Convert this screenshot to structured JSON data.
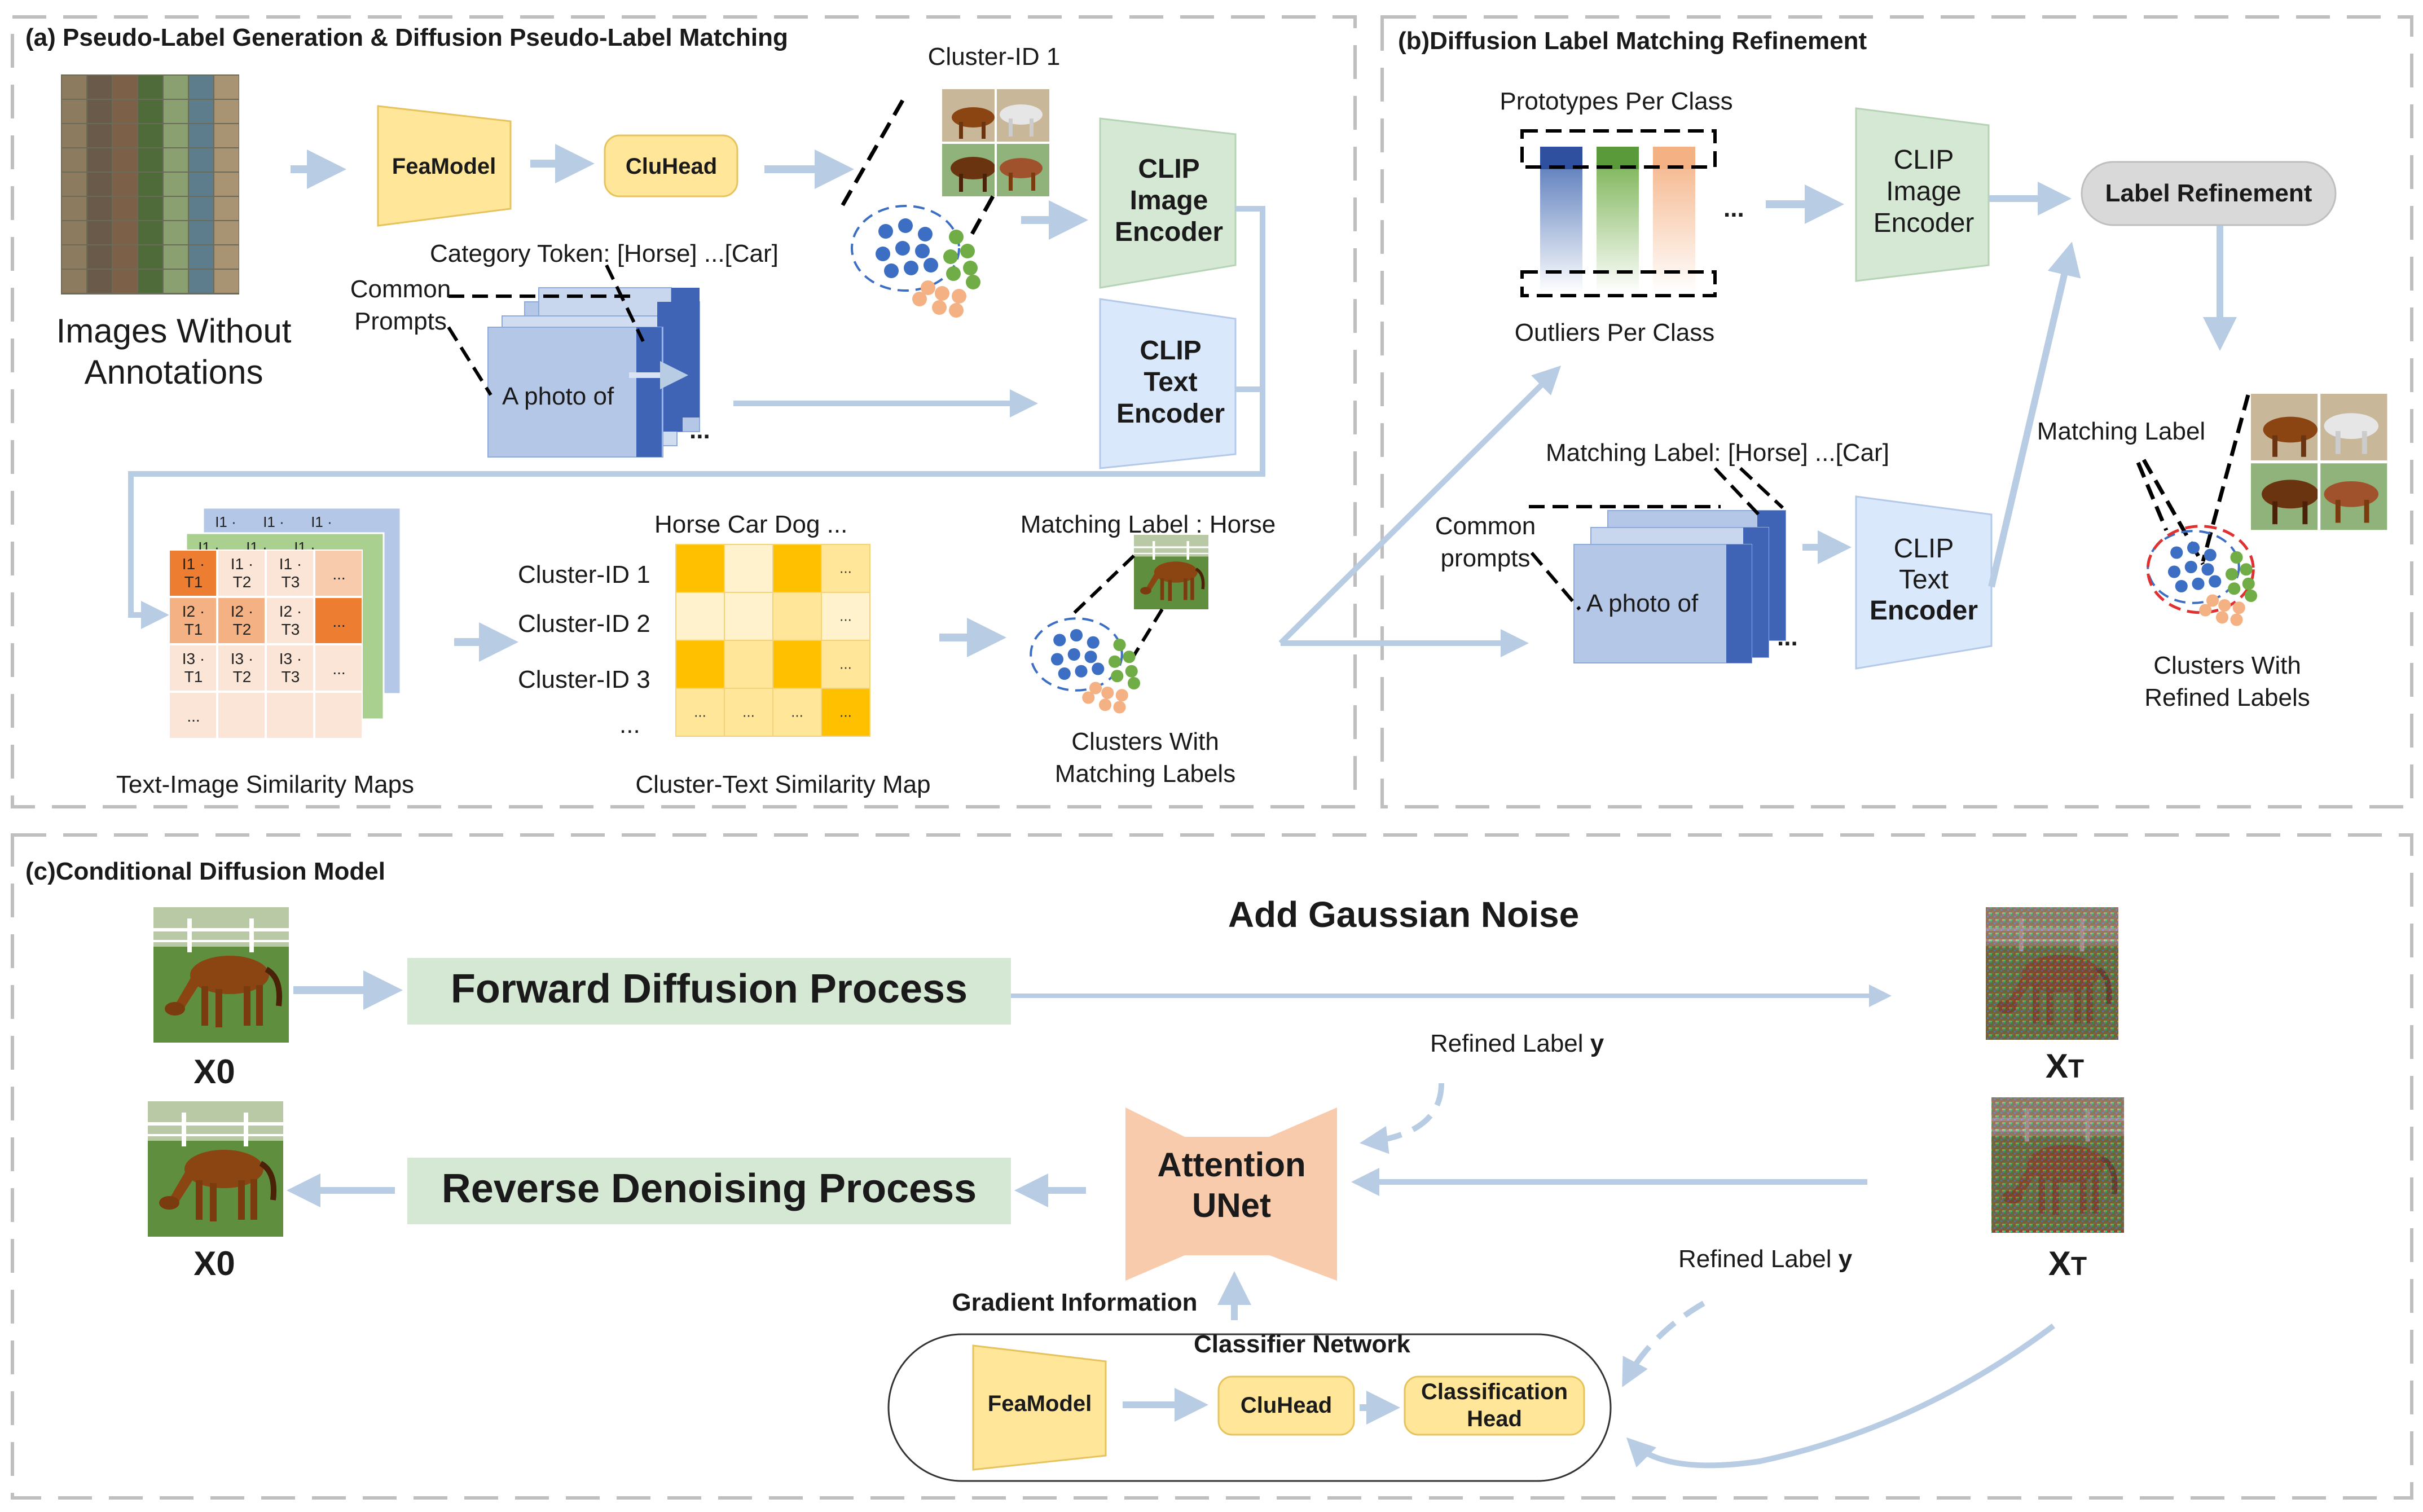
{
  "panels": {
    "a_title": "(a)  Pseudo-Label Generation &   Diffusion Pseudo-Label Matching",
    "b_title": "(b)Diffusion Label Matching Refinement",
    "c_title": "(c)Conditional Diffusion Model"
  },
  "panel_a": {
    "images_caption": [
      "Images Without",
      "Annotations"
    ],
    "feamodel": "FeaModel",
    "cluhead": "CluHead",
    "cluster_id": "Cluster-ID 1",
    "clip_image_encoder": [
      "CLIP",
      "Image",
      "Encoder"
    ],
    "clip_text_encoder": [
      "CLIP",
      "Text",
      "Encoder"
    ],
    "category_token": "Category Token: [Horse] ...[Car]",
    "common_prompts": [
      "Common",
      "Prompts"
    ],
    "a_photo_of": "A photo of",
    "ellipsis": "...",
    "sim_cells": [
      [
        "I1 ·\nT1",
        "I1 ·\nT2",
        "I1 ·\nT3",
        "..."
      ],
      [
        "I2 ·\nT1",
        "I2 ·\nT2",
        "I2 ·\nT3",
        "..."
      ],
      [
        "I3 ·\nT1",
        "I3 ·\nT2",
        "I3 ·\nT3",
        "..."
      ],
      [
        "...",
        "",
        "",
        ""
      ]
    ],
    "back_cells": [
      "I1 ·",
      "I1 ·",
      "I1 ·"
    ],
    "text_image_caption": "Text-Image Similarity Maps",
    "map_header": "Horse Car  Dog  ...",
    "map_rows": [
      "Cluster-ID 1",
      "Cluster-ID 2",
      "Cluster-ID 3",
      "..."
    ],
    "map_caption": "Cluster-Text Similarity Map",
    "matching_label": "Matching Label : Horse",
    "clusters_caption": [
      "Clusters With",
      "Matching Labels"
    ]
  },
  "panel_b": {
    "prototypes": "Prototypes  Per Class",
    "outliers": "Outliers Per Class",
    "ellipsis": "...",
    "clip_image_encoder": [
      "CLIP",
      "Image",
      "Encoder"
    ],
    "label_refinement": "Label Refinement",
    "matching_label_tokens": "Matching Label: [Horse] ...[Car]",
    "common_prompts": [
      "Common",
      "prompts"
    ],
    "a_photo_of": "A photo of",
    "clip_text_encoder": [
      "CLIP",
      "Text",
      "Encoder"
    ],
    "matching_label": "Matching Label",
    "clusters_caption": [
      "Clusters With",
      "Refined Labels"
    ]
  },
  "panel_c": {
    "add_noise": "Add Gaussian Noise",
    "forward": "Forward Diffusion Process",
    "reverse": "Reverse Denoising Process",
    "x0": "X0",
    "xt_base": "X",
    "xt_sub": "T",
    "refined_label": "Refined Label",
    "y": "y",
    "attention_unet": [
      "Attention",
      "UNet"
    ],
    "gradient_info": "Gradient Information",
    "classifier_network": "Classifier Network",
    "feamodel": "FeaModel",
    "cluhead": "CluHead",
    "classification_head": [
      "Classification",
      "Head"
    ]
  },
  "colors": {
    "arrow": "#b8cce4",
    "yellow_box": "#ffe699",
    "green_enc": "#d5e8d4",
    "blue_enc": "#dae8fc",
    "unet": "#f8cbad",
    "process_bar": "#d5e8d4",
    "cluster_blue": "#3c6fc4",
    "cluster_green": "#70ad47",
    "cluster_peach": "#f4b183",
    "refine_pill": "#d9d9d9",
    "dashed_border": "#bfbfbf"
  },
  "icons": [
    "grid-of-photos-image",
    "horse-photo",
    "noisy-horse-photo",
    "cluster-scatter-icon"
  ]
}
